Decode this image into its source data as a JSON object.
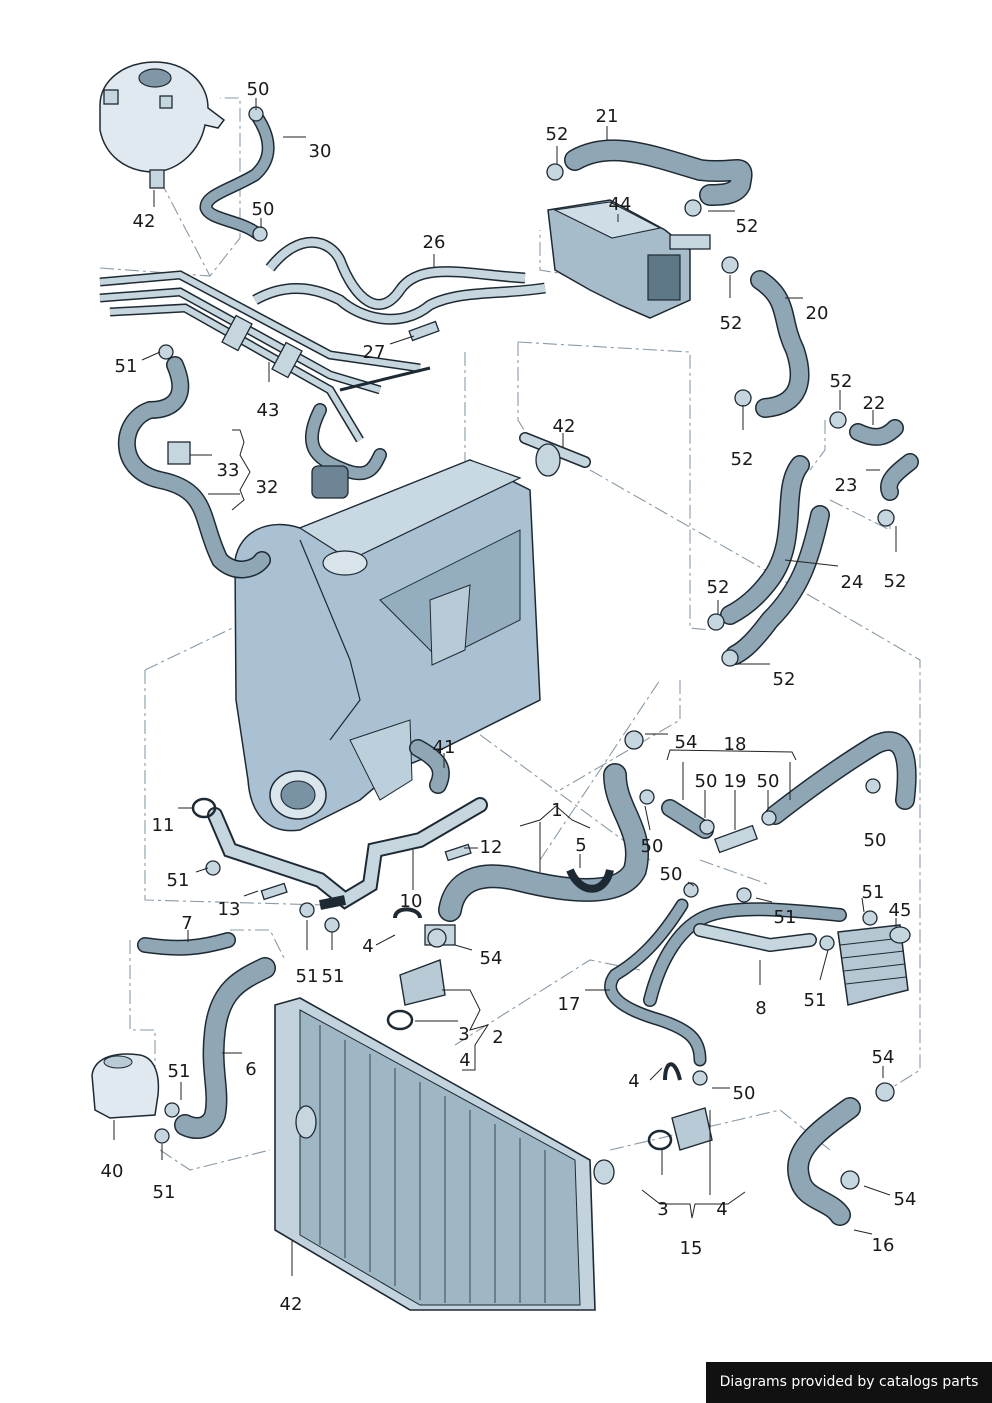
{
  "credit": "Diagrams provided by catalogs parts",
  "callouts": [
    {
      "id": "c01",
      "text": "50"
    },
    {
      "id": "c02",
      "text": "30"
    },
    {
      "id": "c03",
      "text": "42"
    },
    {
      "id": "c04",
      "text": "50"
    },
    {
      "id": "c05",
      "text": "21"
    },
    {
      "id": "c06",
      "text": "52"
    },
    {
      "id": "c07",
      "text": "44"
    },
    {
      "id": "c08",
      "text": "52"
    },
    {
      "id": "c09",
      "text": "26"
    },
    {
      "id": "c10",
      "text": "20"
    },
    {
      "id": "c11",
      "text": "52"
    },
    {
      "id": "c12",
      "text": "27"
    },
    {
      "id": "c13",
      "text": "51"
    },
    {
      "id": "c14",
      "text": "43"
    },
    {
      "id": "c15",
      "text": "42"
    },
    {
      "id": "c16",
      "text": "52"
    },
    {
      "id": "c17",
      "text": "22"
    },
    {
      "id": "c18",
      "text": "33"
    },
    {
      "id": "c19",
      "text": "32"
    },
    {
      "id": "c20",
      "text": "52"
    },
    {
      "id": "c21",
      "text": "23"
    },
    {
      "id": "c22",
      "text": "24"
    },
    {
      "id": "c23",
      "text": "52"
    },
    {
      "id": "c24",
      "text": "52"
    },
    {
      "id": "c25",
      "text": "52"
    },
    {
      "id": "c26",
      "text": "41"
    },
    {
      "id": "c27",
      "text": "54"
    },
    {
      "id": "c28",
      "text": "18"
    },
    {
      "id": "c29",
      "text": "50"
    },
    {
      "id": "c30",
      "text": "19"
    },
    {
      "id": "c31",
      "text": "50"
    },
    {
      "id": "c32",
      "text": "11"
    },
    {
      "id": "c33",
      "text": "1"
    },
    {
      "id": "c34",
      "text": "50"
    },
    {
      "id": "c35",
      "text": "50"
    },
    {
      "id": "c36",
      "text": "5"
    },
    {
      "id": "c37",
      "text": "12"
    },
    {
      "id": "c38",
      "text": "51"
    },
    {
      "id": "c39",
      "text": "10"
    },
    {
      "id": "c40",
      "text": "50"
    },
    {
      "id": "c41",
      "text": "13"
    },
    {
      "id": "c42",
      "text": "51"
    },
    {
      "id": "c43",
      "text": "45"
    },
    {
      "id": "c44",
      "text": "51"
    },
    {
      "id": "c45",
      "text": "7"
    },
    {
      "id": "c46",
      "text": "4"
    },
    {
      "id": "c47",
      "text": "54"
    },
    {
      "id": "c48",
      "text": "51"
    },
    {
      "id": "c49",
      "text": "51"
    },
    {
      "id": "c50",
      "text": "17"
    },
    {
      "id": "c51",
      "text": "8"
    },
    {
      "id": "c52",
      "text": "51"
    },
    {
      "id": "c53",
      "text": "6"
    },
    {
      "id": "c54",
      "text": "3"
    },
    {
      "id": "c55",
      "text": "2"
    },
    {
      "id": "c56",
      "text": "4"
    },
    {
      "id": "c57",
      "text": "51"
    },
    {
      "id": "c58",
      "text": "54"
    },
    {
      "id": "c59",
      "text": "4"
    },
    {
      "id": "c60",
      "text": "50"
    },
    {
      "id": "c61",
      "text": "40"
    },
    {
      "id": "c62",
      "text": "51"
    },
    {
      "id": "c63",
      "text": "54"
    },
    {
      "id": "c64",
      "text": "3"
    },
    {
      "id": "c65",
      "text": "4"
    },
    {
      "id": "c66",
      "text": "16"
    },
    {
      "id": "c67",
      "text": "15"
    },
    {
      "id": "c68",
      "text": "42"
    }
  ]
}
